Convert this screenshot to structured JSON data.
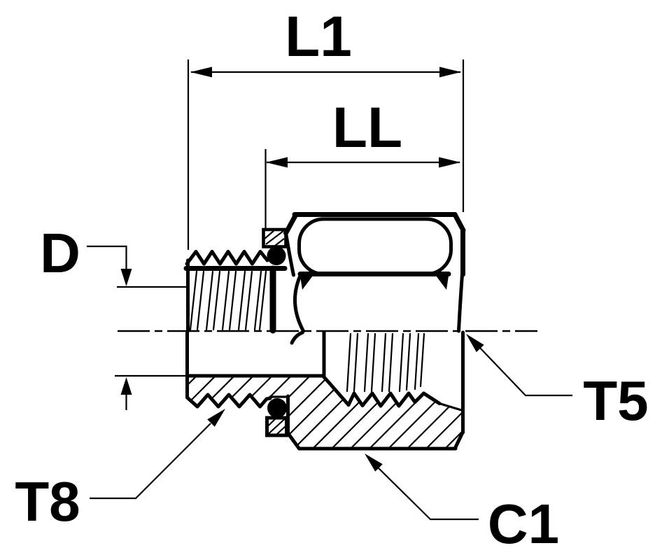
{
  "diagram": {
    "type": "technical-drawing-cross-section",
    "colors": {
      "line": "#000000",
      "background": "#ffffff"
    },
    "labels": {
      "l1": "L1",
      "ll": "LL",
      "d": "D",
      "t5": "T5",
      "t8": "T8",
      "c1": "C1"
    }
  }
}
